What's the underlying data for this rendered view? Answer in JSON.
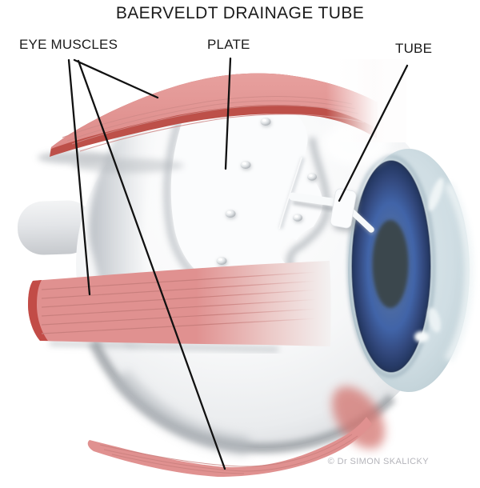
{
  "title": "BAERVELDT DRAINAGE TUBE",
  "labels": {
    "eye_muscles": "EYE MUSCLES",
    "plate": "PLATE",
    "tube": "TUBE"
  },
  "credit": "© Dr SIMON SKALICKY",
  "colors": {
    "title_text": "#1a1a1a",
    "label_text": "#1a1a1a",
    "line": "#111111",
    "credit": "#b4b4ba",
    "muscle_pink": "#e09190",
    "muscle_dark_red": "#bd5049",
    "muscle_cap_red": "#c24c47",
    "muscle_striation": "#c97f7d",
    "sclera_white": "#f6f7f8",
    "sclera_shadow": "#9ca1a6",
    "plate_white": "#fbfcfd",
    "cornea_light_blue": "#cfdde3",
    "iris_outer_navy": "#233459",
    "iris_mid_blue": "#4164a8",
    "iris_inner_blue": "#56729f",
    "pupil_dark": "#3a474e",
    "tube_white": "#f8fafb",
    "optic_nerve_gray": "#d9dbde"
  }
}
